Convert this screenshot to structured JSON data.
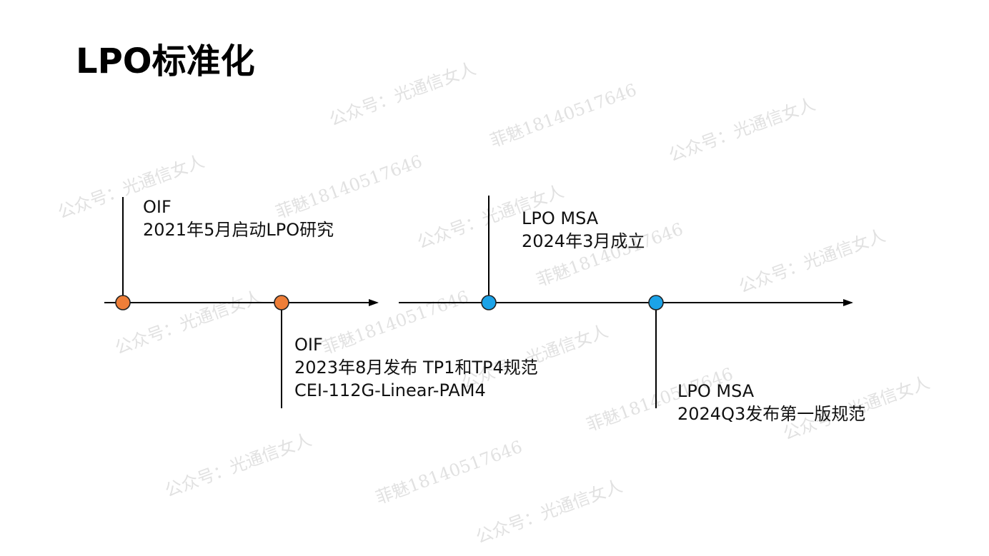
{
  "slide": {
    "title": "LPO标准化"
  },
  "colors": {
    "orange_node": "#EE7E38",
    "blue_node": "#1BA3E8",
    "node_stroke": "#222222",
    "axis": "#000000"
  },
  "timeline": {
    "events": [
      {
        "id": "oif-2021",
        "org": "OIF",
        "desc": "2021年5月启动LPO研究",
        "color": "orange"
      },
      {
        "id": "oif-2023",
        "org": "OIF",
        "desc": "2023年8月发布 TP1和TP4规范",
        "extra": "CEI-112G-Linear-PAM4",
        "color": "orange"
      },
      {
        "id": "msa-2024",
        "org": "LPO MSA",
        "desc": "2024年3月成立",
        "color": "blue"
      },
      {
        "id": "msa-2024q3",
        "org": "LPO MSA",
        "desc": "2024Q3发布第一版规范",
        "color": "blue"
      }
    ]
  },
  "watermark": {
    "line_a": "公众号：光通信女人",
    "line_b": "菲魅18140517646"
  }
}
